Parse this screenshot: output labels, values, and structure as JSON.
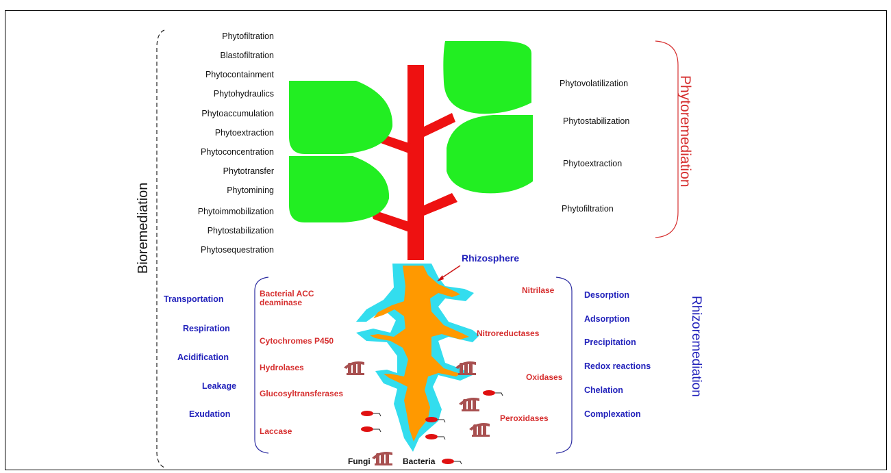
{
  "bioremediation_label": "Bioremediation",
  "phytoremediation_label": "Phytoremediation",
  "rhizoremediation_label": "Rhizoremediation",
  "rhizosphere_label": "Rhizosphere",
  "left_processes": [
    "Phytofiltration",
    "Blastofiltration",
    "Phytocontainment",
    "Phytohydraulics",
    "Phytoaccumulation",
    "Phytoextraction",
    "Phytoconcentration",
    "Phytotransfer",
    "Phytomining",
    "Phytoimmobilization",
    "Phytostabilization",
    "Phytosequestration"
  ],
  "right_processes": [
    "Phytovolatilization",
    "Phytostabilization",
    "Phytoextraction",
    "Phytofiltration"
  ],
  "root_mechanisms_left": [
    "Transportation",
    "Respiration",
    "Acidification",
    "Leakage",
    "Exudation"
  ],
  "enzymes_left": [
    "Bacterial ACC",
    "deaminase",
    "Cytochromes P450",
    "Hydrolases",
    "Glucosyltransferases",
    "Laccase"
  ],
  "enzymes_right": [
    "Nitrilase",
    "Nitroreductases",
    "Oxidases",
    "Peroxidases"
  ],
  "root_mechanisms_right": [
    "Desorption",
    "Adsorption",
    "Precipitation",
    "Redox reactions",
    "Chelation",
    "Complexation"
  ],
  "legend": {
    "fungi": "Fungi",
    "bacteria": "Bacteria"
  },
  "colors": {
    "leaf": "#22ee22",
    "stem": "#ee1111",
    "root": "#ff9900",
    "rhizosphere": "#33ddee",
    "enzyme_text": "#d62f2f",
    "mechanism_text": "#2222bb",
    "fungi": "#a85050",
    "bacteria": "#e01010"
  }
}
